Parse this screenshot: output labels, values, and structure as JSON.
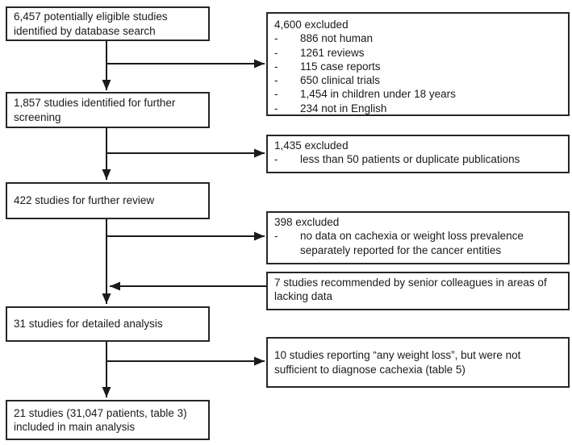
{
  "diagram": {
    "bullet": "-",
    "main_boxes": [
      {
        "id": "eligible-studies",
        "text": "6,457 potentially eligible studies identified by database search"
      },
      {
        "id": "further-screening",
        "text": "1,857 studies identified for further screening"
      },
      {
        "id": "further-review",
        "text": "422 studies for further review"
      },
      {
        "id": "detailed-analysis",
        "text": "31 studies for detailed analysis"
      },
      {
        "id": "main-analysis",
        "text": "21 studies (31,047 patients, table 3) included in main analysis"
      }
    ],
    "side_boxes": [
      {
        "id": "excluded-4600",
        "title": "4,600 excluded",
        "items": [
          "886 not human",
          "1261 reviews",
          "115 case reports",
          "650 clinical trials",
          "1,454 in children under 18 years",
          "234 not in English"
        ]
      },
      {
        "id": "excluded-1435",
        "title": "1,435 excluded",
        "items": [
          "less than 50 patients or duplicate publications"
        ]
      },
      {
        "id": "excluded-398",
        "title": "398 excluded",
        "items": [
          "no data on cachexia or weight loss prevalence separately reported for the cancer entities"
        ]
      },
      {
        "id": "recommended-studies",
        "text": "7 studies recommended by senior colleagues in areas of lacking data"
      },
      {
        "id": "any-weight-loss",
        "text": "10 studies reporting “any weight loss”, but were not sufficient to diagnose cachexia (table 5)"
      }
    ],
    "colors": {
      "border": "#262626",
      "background": "#ffffff",
      "text": "#1a1a1a",
      "arrow": "#1a1a1a"
    }
  }
}
